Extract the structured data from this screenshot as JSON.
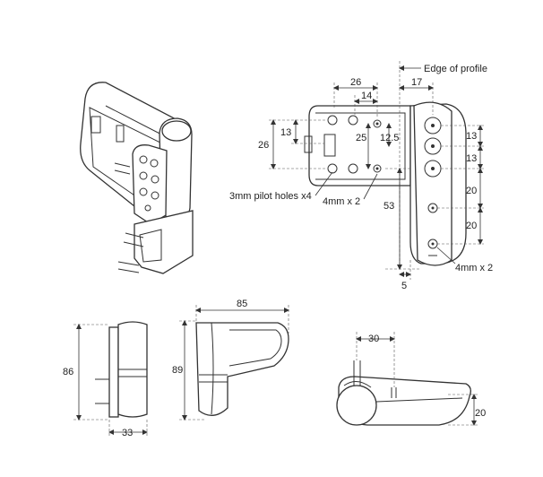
{
  "labels": {
    "edge_of_profile": "Edge of profile",
    "pilot_holes": "3mm pilot holes x4",
    "hole_pair_upper": "4mm x 2",
    "hole_pair_lower": "4mm x 2"
  },
  "dimensions": {
    "top_26": "26",
    "top_14": "14",
    "top_17": "17",
    "left_13": "13",
    "left_26": "26",
    "mid_25": "25",
    "mid_12_5": "12.5",
    "right_13a": "13",
    "right_13b": "13",
    "right_20a": "20",
    "right_20b": "20",
    "vert_53": "53",
    "bottom_5": "5",
    "front_86": "86",
    "front_33": "33",
    "side_85": "85",
    "side_89": "89",
    "top_30": "30",
    "top_20": "20"
  }
}
